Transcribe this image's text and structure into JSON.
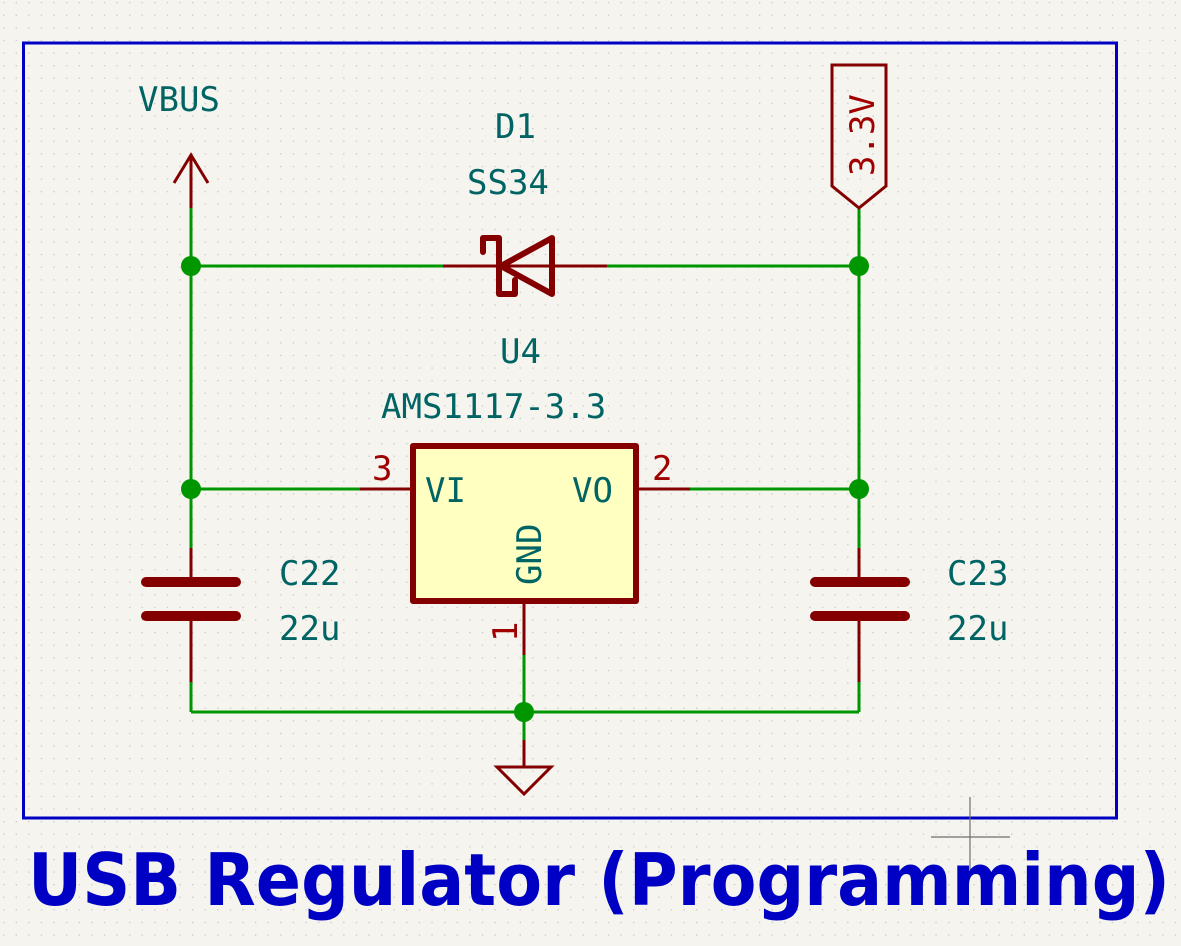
{
  "sheet": {
    "title": "USB Regulator (Programming)",
    "colors": {
      "background": "#f5f4ef",
      "wire": "#009600",
      "symbol": "#840000",
      "body_fill": "#ffffc2",
      "field_text": "#006464",
      "pin_number": "#a00000",
      "frame": "#0000c4"
    }
  },
  "power_symbols": {
    "vbus": {
      "label": "VBUS",
      "icon": "power-arrow-up-icon"
    },
    "v33": {
      "label": "3.3V",
      "icon": "power-flag-icon"
    },
    "gnd": {
      "icon": "ground-icon"
    }
  },
  "components": {
    "d1": {
      "ref": "D1",
      "value": "SS34",
      "icon": "schottky-diode-icon"
    },
    "u4": {
      "ref": "U4",
      "value": "AMS1117-3.3",
      "pins": [
        {
          "number": "3",
          "name": "VI"
        },
        {
          "number": "2",
          "name": "VO"
        },
        {
          "number": "1",
          "name": "GND"
        }
      ]
    },
    "c22": {
      "ref": "C22",
      "value": "22u",
      "icon": "capacitor-icon"
    },
    "c23": {
      "ref": "C23",
      "value": "22u",
      "icon": "capacitor-icon"
    }
  }
}
